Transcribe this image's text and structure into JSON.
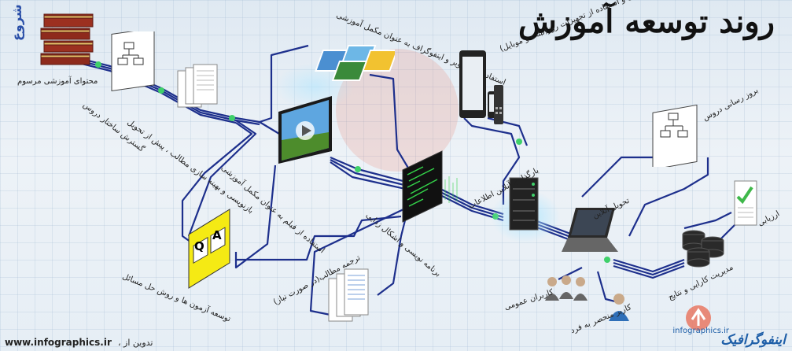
{
  "title": "روند توسعه آموزش",
  "start_label": "شروع",
  "steps": {
    "content": "محتوای آموزشی مرسوم",
    "structure": "گسترش ساختار دروس",
    "rewrite": "بازنویسی و بهینه سازی مطالب ، پیش از تحویل",
    "images": "استفاده از تصاویر و اینفوگراف به عنوان مکمل آموزشی",
    "film": "استفاده از فیلم به عنوان مکمل آموزشی",
    "qa": "توسعه آزمون ها و روش حل مسائل",
    "translate": "ترجمه مطالب(در صورت نیاز)",
    "program": "برنامه نویسی و اشکال زدایی",
    "mobile": "جایگزینی و استفاده از تجهیزات روز(تبلت و موبایل)",
    "upload": "بارگذاری آنلاین اطلاعات",
    "online": "تحویل آنلاین",
    "users": "کاربران عمومی",
    "single_user": "کاربر منحصر به فرد",
    "update": "بروز رسانی دروس",
    "evaluate": "ارزیابی",
    "manage": "مدیریت کارایی و نتایج"
  },
  "qa_letters": [
    "Q",
    "A"
  ],
  "footer": {
    "site": "www.infographics.ir",
    "compiled_by": "تدوین از ،",
    "brand": "اینفوگرافیک",
    "brand_url": "infographics.ir"
  }
}
